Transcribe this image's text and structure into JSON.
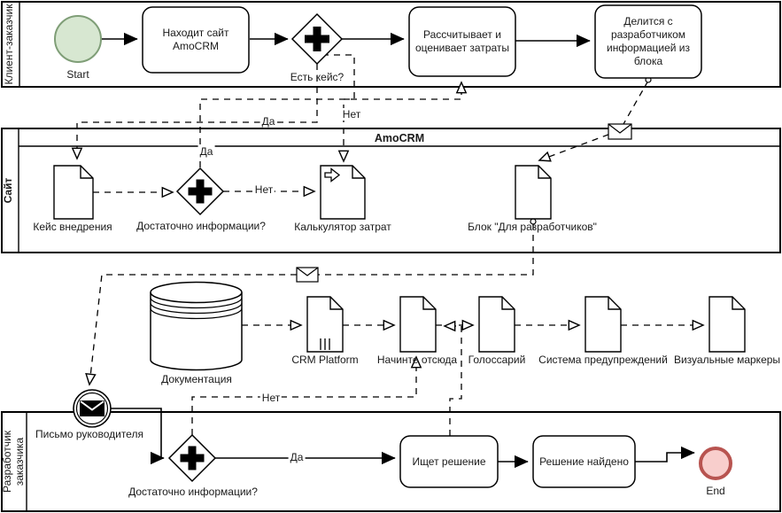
{
  "diagram_title": "BPMN process: client finds AmoCRM site and shares info with developer",
  "colors": {
    "start-fill": "#d7e7d1",
    "start-stroke": "#7f9e77",
    "end-fill": "#f8cecc",
    "end-stroke": "#b85450",
    "line": "#000000"
  },
  "lanes": {
    "client": {
      "label": "Клиент-заказчик"
    },
    "site": {
      "label": "Сайт",
      "header": "AmoCRM"
    },
    "developer": {
      "label": "Разработчик заказчика"
    }
  },
  "nodes": {
    "start": {
      "label": "Start"
    },
    "task_find_site": {
      "label": "Находит сайт AmoCRM"
    },
    "gateway_has_case": {
      "label": "Есть кейс?"
    },
    "task_estimate": {
      "label": "Рассчитывает и оценивает затраты"
    },
    "task_share": {
      "label": "Делится с разработчиком информацией из блока"
    },
    "doc_case": {
      "label": "Кейс внедрения"
    },
    "gateway_enough_site": {
      "label": "Достаточно информации?"
    },
    "doc_calculator": {
      "label": "Калькулятор затрат"
    },
    "doc_dev_block": {
      "label": "Блок \"Для разработчиков\""
    },
    "db_documentation": {
      "label": "Документация"
    },
    "doc_crm_platform": {
      "label": "CRM Platform"
    },
    "doc_start_here": {
      "label": "Начинте отсюда"
    },
    "doc_glossary": {
      "label": "Голоссарий"
    },
    "doc_warnings": {
      "label": "Система предупреждений"
    },
    "doc_markers": {
      "label": "Визуальные маркеры"
    },
    "event_letter": {
      "label": "Письмо руководителя"
    },
    "gateway_enough_dev": {
      "label": "Достаточно информации?"
    },
    "task_search": {
      "label": "Ищет решение"
    },
    "task_found": {
      "label": "Решение найдено"
    },
    "end": {
      "label": "End"
    }
  },
  "edges": {
    "case_yes": "Да",
    "case_no": "Нет",
    "site_yes": "Да",
    "site_no": "Нет",
    "dev_yes": "Да",
    "dev_no": "Нет"
  }
}
